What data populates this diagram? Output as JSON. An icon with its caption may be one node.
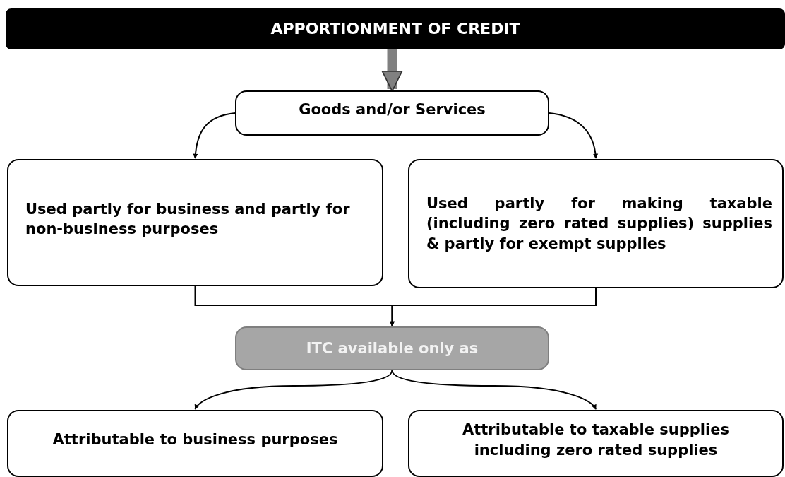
{
  "diagram": {
    "nodes": [
      {
        "text": [
          "APPORTIONMENT OF CREDIT"
        ]
      },
      {
        "text": [
          "Goods and/or Services"
        ]
      },
      {
        "text": [
          "Used partly for business and partly for non-business purposes"
        ]
      },
      {
        "text": [
          "Used partly for making taxable (including zero rated supplies) supplies & partly for exempt supplies"
        ]
      },
      {
        "text": [
          "ITC available only as"
        ]
      },
      {
        "text": [
          "Attributable to business purposes"
        ]
      },
      {
        "text": [
          "Attributable to taxable supplies including zero rated supplies"
        ]
      }
    ],
    "edges": [
      {
        "from": 0,
        "to": 1,
        "arrow": "to",
        "style": "thick",
        "color": "#808080"
      },
      {
        "from": 1,
        "to": 2,
        "arrow": "to"
      },
      {
        "from": 1,
        "to": 3,
        "arrow": "to"
      },
      {
        "from": 2,
        "to": 4,
        "arrow": "to"
      },
      {
        "from": 3,
        "to": 4,
        "arrow": "to"
      },
      {
        "from": 4,
        "to": 5,
        "arrow": "to"
      },
      {
        "from": 4,
        "to": 6,
        "arrow": "to"
      }
    ]
  }
}
